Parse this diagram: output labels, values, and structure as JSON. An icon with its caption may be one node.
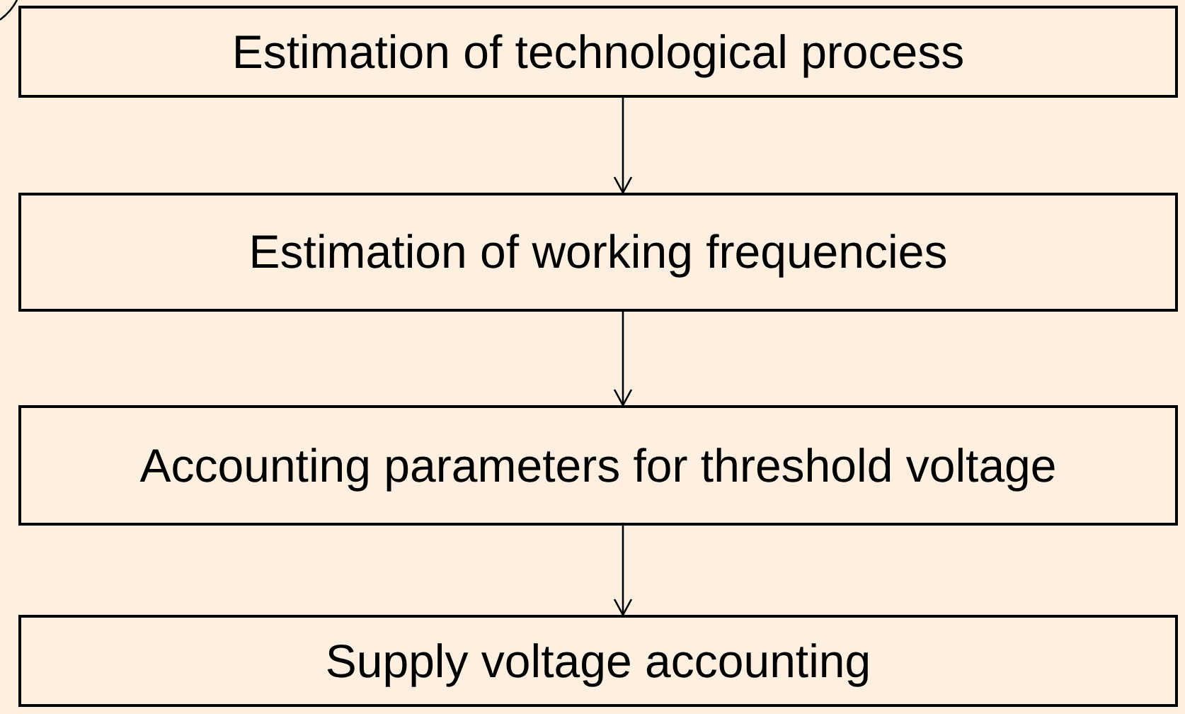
{
  "diagram": {
    "nodes": [
      {
        "text": [
          "Estimation of technological process"
        ]
      },
      {
        "text": [
          "Estimation of working frequencies"
        ]
      },
      {
        "text": [
          "Accounting parameters for threshold voltage"
        ]
      },
      {
        "text": [
          "Supply voltage accounting"
        ]
      }
    ],
    "edges": [
      {
        "from": 0,
        "to": 1,
        "arrow": "to"
      },
      {
        "from": 1,
        "to": 2,
        "arrow": "to"
      },
      {
        "from": 2,
        "to": 3,
        "arrow": "to"
      }
    ]
  }
}
